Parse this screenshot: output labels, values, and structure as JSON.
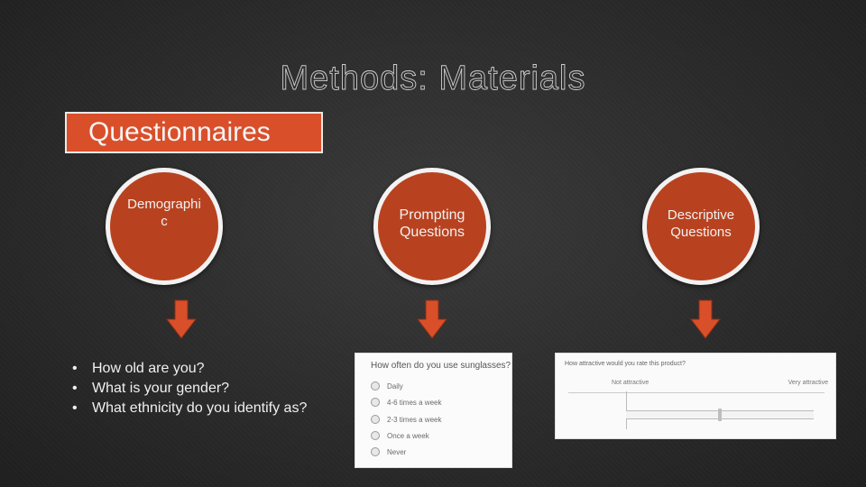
{
  "slide": {
    "title": "Methods: Materials",
    "section_label": "Questionnaires"
  },
  "circles": [
    {
      "label": "Demographi c"
    },
    {
      "label": "Prompting Questions"
    },
    {
      "label": "Descriptive Questions"
    }
  ],
  "demographic_questions": [
    "How old are you?",
    "What is your gender?",
    "What ethnicity do you identify as?"
  ],
  "prompting_example": {
    "question": "How often do you use sunglasses?",
    "options": [
      "Daily",
      "4-6 times a week",
      "2-3 times a week",
      "Once a week",
      "Never"
    ]
  },
  "descriptive_example": {
    "question": "How attractive would you rate this product?",
    "min_label": "Not attractive",
    "max_label": "Very attractive",
    "slider_value": 0.5
  },
  "colors": {
    "accent": "#d94f2a",
    "circle_fill": "#b8421f",
    "arrow": "#d94f2a"
  }
}
